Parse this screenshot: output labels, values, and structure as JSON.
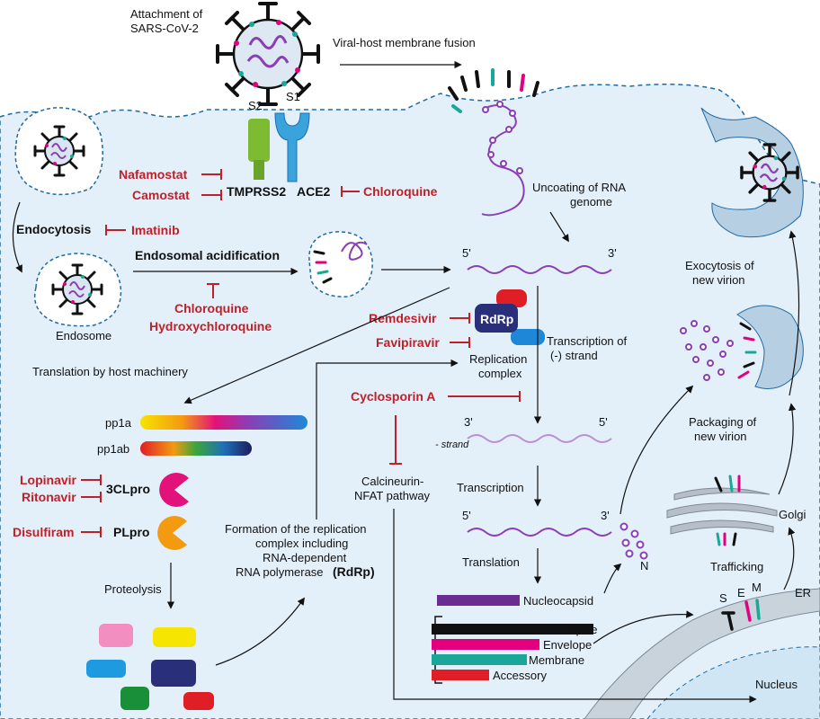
{
  "labels": {
    "attachment": "Attachment of",
    "attachment2": "SARS-CoV-2",
    "fusion": "Viral-host membrane fusion",
    "s2": "S2",
    "s1": "S1",
    "tmprss2": "TMPRSS2",
    "ace2": "ACE2",
    "uncoating1": "Uncoating of RNA",
    "uncoating2": "genome",
    "endocytosis": "Endocytosis",
    "endosomal": "Endosomal acidification",
    "endosome": "Endosome",
    "five_prime": "5'",
    "three_prime": "3'",
    "rdrp": "RdRp",
    "replication1": "Replication",
    "replication2": "complex",
    "transcription_neg1": "Transcription of",
    "transcription_neg2": "(-)  strand",
    "minus_strand": "- strand",
    "translation_host": "Translation by host machinery",
    "pp1a": "pp1a",
    "pp1ab": "pp1ab",
    "clpro": "3CLpro",
    "plpro": "PLpro",
    "proteolysis": "Proteolysis",
    "formation1": "Formation of the replication",
    "formation2": "complex including",
    "formation3": "RNA-dependent",
    "formation4": "RNA polymerase",
    "formation4b": "(RdRp)",
    "calcineurin1": "Calcineurin-",
    "calcineurin2": "NFAT pathway",
    "transcription": "Transcription",
    "translation": "Translation",
    "n": "N",
    "nucleocapsid": "Nucleocapsid",
    "spike": "Spike",
    "envelope": "Envelope",
    "membrane": "Membrane",
    "accessory": "Accessory",
    "exocytosis1": "Exocytosis of",
    "exocytosis2": "new virion",
    "packaging1": "Packaging of",
    "packaging2": "new virion",
    "golgi": "Golgi",
    "trafficking": "Trafficking",
    "s": "S",
    "e": "E",
    "m": "M",
    "er": "ER",
    "nucleus": "Nucleus"
  },
  "drugs": {
    "nafamostat": "Nafamostat",
    "camostat": "Camostat",
    "chloroquine_ace2": "Chloroquine",
    "imatinib": "Imatinib",
    "chloroquine": "Chloroquine",
    "hydroxychloroquine": "Hydroxychloroquine",
    "remdesivir": "Remdesivir",
    "favipiravir": "Favipiravir",
    "cyclosporin": "Cyclosporin A",
    "lopinavir": "Lopinavir",
    "ritonavir": "Ritonavir",
    "disulfiram": "Disulfiram"
  },
  "colors": {
    "cell_bg": "#e4f0f9",
    "membrane": "#1f6aa5",
    "drug_red": "#c0202a",
    "rna_purple": "#8a3fb5",
    "spike_black": "#111111",
    "envelope_pink": "#e3007e",
    "membrane_teal": "#1aa79a",
    "accessory_red": "#e01e26",
    "nucleocapsid_purple": "#6a2c91",
    "tmprss2_green": "#7dbb32",
    "ace2_blue": "#3ba3dc",
    "rdrp_navy": "#2a2f7a",
    "clpro_magenta": "#e2127a",
    "plpro_orange": "#f39a11"
  }
}
